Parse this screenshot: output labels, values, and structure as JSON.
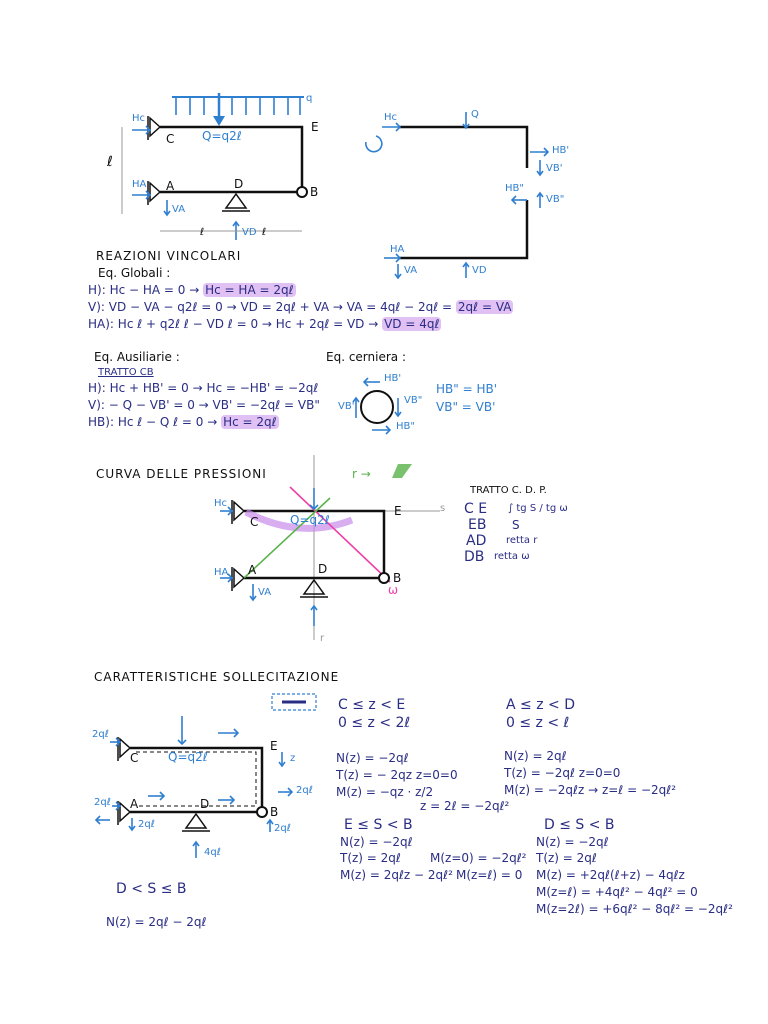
{
  "colors": {
    "ink": "#101010",
    "navy": "#2a2d84",
    "blue": "#2f7fd0",
    "highlight": "#c88ceb",
    "magenta": "#ee3fa8",
    "green": "#59b24a"
  },
  "fig1": {
    "q": "q",
    "Q": "Q=q2ℓ",
    "Hc": "Hc",
    "C": "C",
    "E": "E",
    "l": "ℓ",
    "Ha": "HA",
    "A": "A",
    "D": "D",
    "B": "B",
    "Va": "VA",
    "Vd": "VD",
    "dim_l1": "ℓ",
    "dim_l2": "ℓ"
  },
  "fig2": {
    "Hc": "Hc",
    "Q": "Q",
    "Hb1": "HB'",
    "Vb1": "VB'",
    "Hb2": "HB\"",
    "Vb2": "VB\"",
    "Ha": "HA",
    "Va": "VA",
    "Vd": "VD"
  },
  "reazioni": {
    "title": "REAZIONI VINCOLARI",
    "subtitle": "Eq. Globali :",
    "eq_h_prefix": "H):",
    "eq_h": "Hc − HA = 0 → ",
    "eq_h_hl": "Hc = HA = 2qℓ",
    "eq_v_prefix": "V):",
    "eq_v": "VD − VA − q2ℓ = 0 → VD = 2qℓ + VA → VA = 4qℓ − 2qℓ = ",
    "eq_v_hl": "2qℓ = VA",
    "eq_m_prefix": "HA):",
    "eq_m": "Hc ℓ + q2ℓ ℓ − VD ℓ = 0 → Hc + 2qℓ = VD → ",
    "eq_m_hl": "VD = 4qℓ"
  },
  "ausiliarie": {
    "title": "Eq. Ausiliarie :",
    "tratto": "TRATTO CB",
    "eq_h_prefix": "H):",
    "eq_h": "Hc + HB' = 0 → Hc = −HB' = −2qℓ",
    "eq_v_prefix": "V):",
    "eq_v": "− Q − VB' = 0 → VB' = −2qℓ = VB\"",
    "eq_m_prefix": "HB):",
    "eq_m": "Hc ℓ − Q ℓ = 0 → ",
    "eq_m_hl": "Hc = 2qℓ"
  },
  "cerniera": {
    "title": "Eq. cerniera :",
    "Hb1": "HB'",
    "Vb1": "VB'",
    "Vb2": "VB\"",
    "Hb2": "HB\"",
    "eq1": "HB\" = HB'",
    "eq2": "VB\" = VB'"
  },
  "curva": {
    "title": "CURVA DELLE PRESSIONI",
    "r_label": "r →",
    "Hc": "Hc",
    "C": "C",
    "Q": "Q=q2ℓ",
    "E": "E",
    "s": "s",
    "Ha": "HA",
    "A": "A",
    "D": "D",
    "B": "B",
    "w": "ω",
    "Va": "VA",
    "r": "r",
    "table_head": "TRATTO  C. D. P.",
    "rows": [
      {
        "tratto": "C E",
        "cdp": "∫ tg S / tg ω"
      },
      {
        "tratto": "EB",
        "cdp": "S"
      },
      {
        "tratto": "AD",
        "cdp": "retta r"
      },
      {
        "tratto": "DB",
        "cdp": "retta ω"
      }
    ]
  },
  "caratteristiche": {
    "title": "CARATTERISTICHE SOLLECITAZIONE",
    "fig": {
      "load_l": "2qℓ",
      "C": "C",
      "Q": "Q=q2ℓ",
      "E": "E",
      "z": "z",
      "load_r": "2qℓ",
      "load_l2": "2qℓ",
      "A": "A",
      "D": "D",
      "B": "B",
      "va": "2qℓ",
      "vd": "4qℓ",
      "vb": "2qℓ"
    },
    "ce": {
      "head1": "C ≤ z < E",
      "head2": "0 ≤ z < 2ℓ",
      "n": "N(z) = −2qℓ",
      "t": "T(z) = − 2qz   z=0=0",
      "m": "M(z) = −qz · z/2",
      "m2": "z = 2ℓ = −2qℓ²"
    },
    "eb": {
      "head1": "E ≤ S < B",
      "n": "N(z) = −2qℓ",
      "t": "T(z) = 2qℓ",
      "m": "M(z) = 2qℓz − 2qℓ²",
      "m0": "M(z=0) = −2qℓ²",
      "ml": "M(z=ℓ) = 0"
    },
    "ad": {
      "head1": "A ≤ z < D",
      "head2": "0 ≤ z < ℓ",
      "n": "N(z) = 2qℓ",
      "t": "T(z) = −2qℓ   z=0=0",
      "m": "M(z) = −2qℓz → z=ℓ = −2qℓ²"
    },
    "db": {
      "head1": "D ≤ S < B",
      "n": "N(z) = −2qℓ",
      "t": "T(z) = 2qℓ",
      "m": "M(z) = +2qℓ(ℓ+z) − 4qℓz",
      "m1": "M(z=ℓ) = +4qℓ² − 4qℓ² = 0",
      "m2": "M(z=2ℓ) = +6qℓ² − 8qℓ² = −2qℓ²"
    },
    "bottom": {
      "head": "D < S ≤ B",
      "n": "N(z) = 2qℓ − 2qℓ"
    }
  }
}
